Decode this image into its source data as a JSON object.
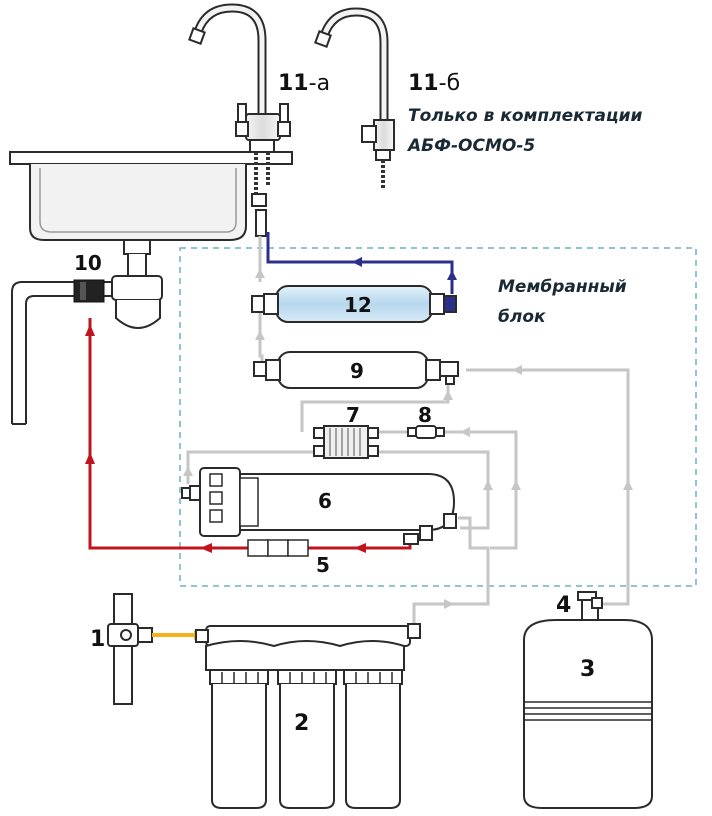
{
  "labels": {
    "n1": "1",
    "n2": "2",
    "n3": "3",
    "n4": "4",
    "n5": "5",
    "n6": "6",
    "n7": "7",
    "n8": "8",
    "n9": "9",
    "n10": "10",
    "n11a_num": "11",
    "n11a_suffix": "-а",
    "n11b_num": "11",
    "n11b_suffix": "-б",
    "n12": "12",
    "note_line1": "Только в комплектации",
    "note_line2": "АБФ-ОСМО-5",
    "membrane_line1": "Мембранный",
    "membrane_line2": "блок"
  },
  "colors": {
    "tube_gray": "#c6c6c6",
    "drain_red": "#c0141c",
    "clean_blue": "#2b2f8c",
    "feed_yellow": "#f2b21c",
    "outline": "#2b2b2b",
    "membrane_fill": "#bcd9ef",
    "dashed_box": "#6fb0c8"
  }
}
